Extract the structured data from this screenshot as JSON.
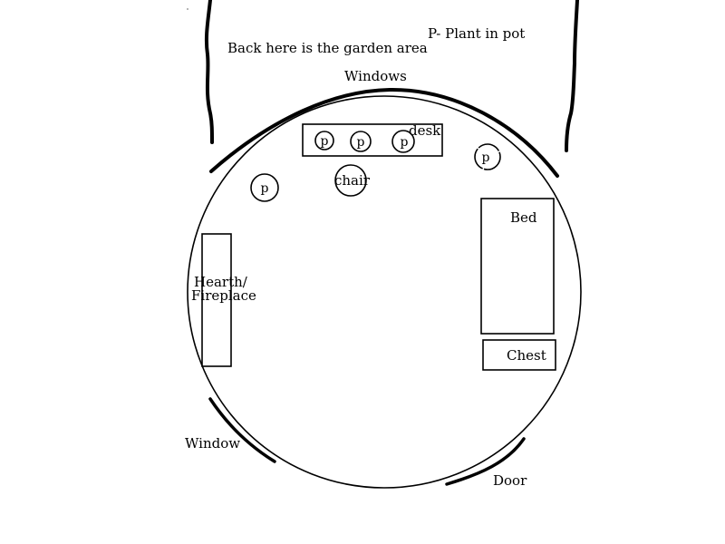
{
  "labels": {
    "garden": "Back here is the garden area",
    "legend": "P- Plant in pot",
    "windows_top": "Windows",
    "desk": "desk",
    "chair": "chair",
    "bed": "Bed",
    "hearth_line1": "Hearth/",
    "hearth_line2": "Fireplace",
    "chest": "Chest",
    "window_bottom": "Window",
    "door": "Door",
    "plant_pot": "p"
  },
  "colors": {
    "ink": "#000000",
    "background": "#ffffff"
  }
}
